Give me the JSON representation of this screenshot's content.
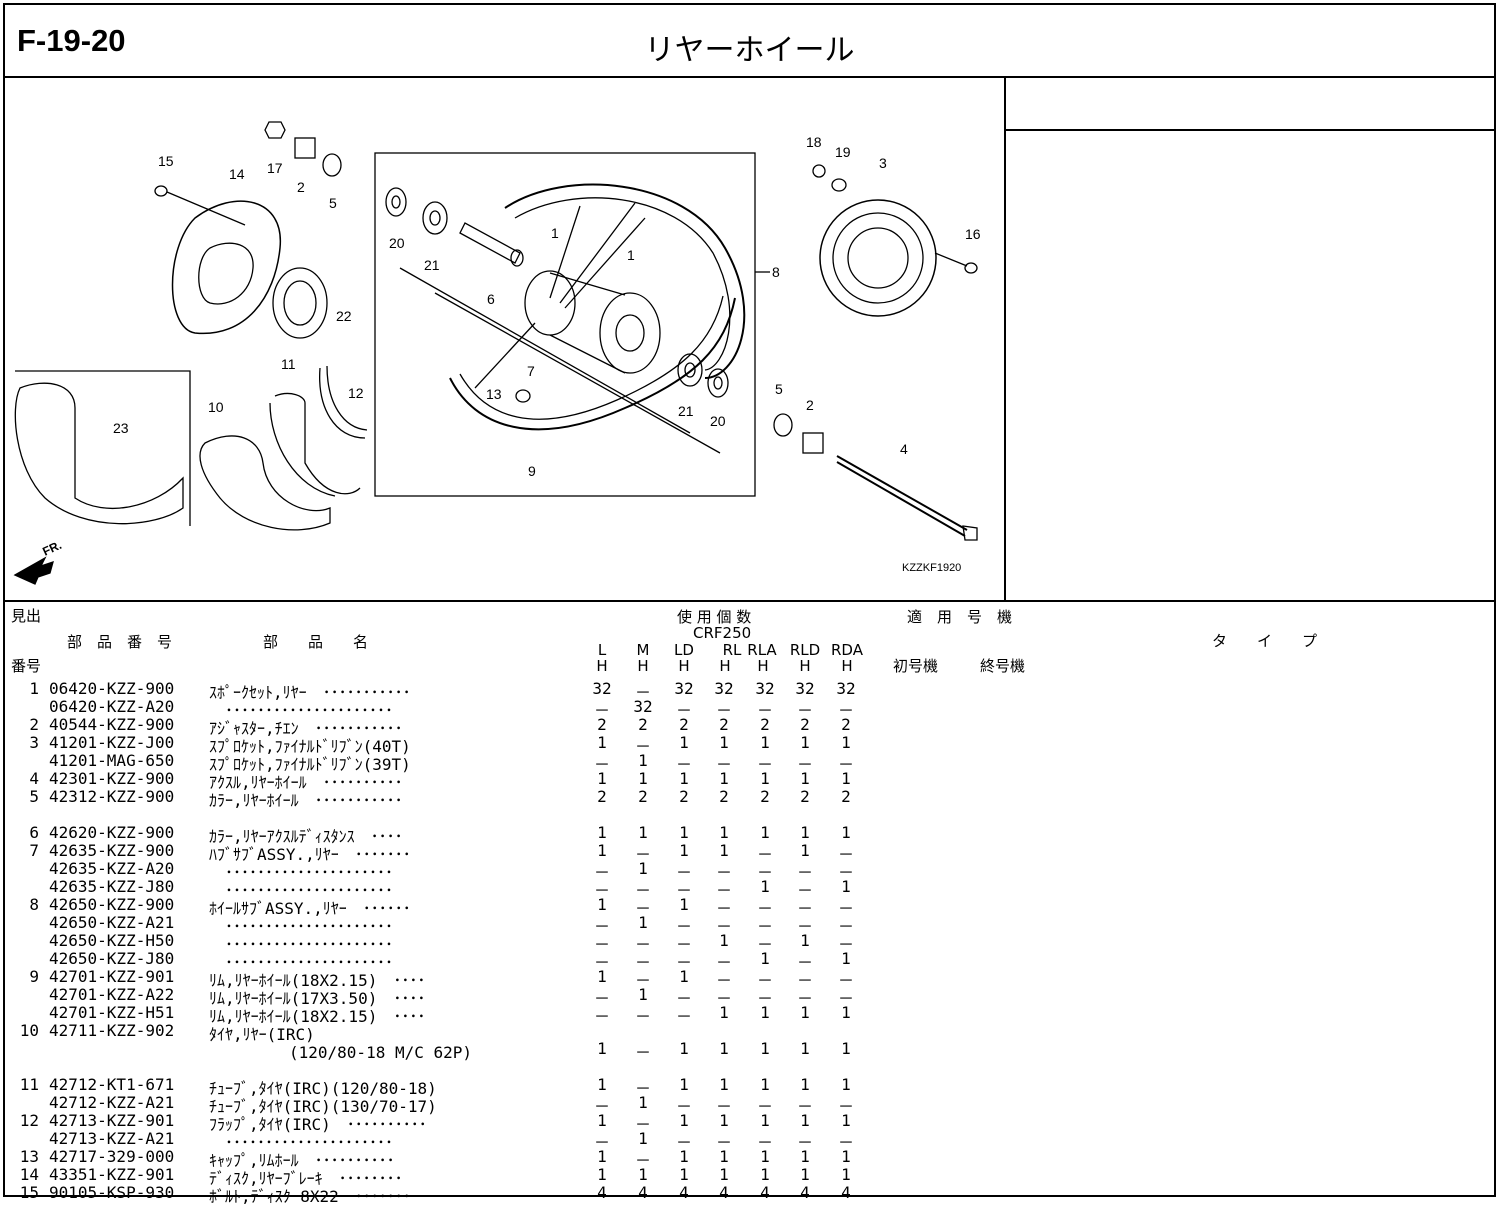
{
  "header": {
    "code": "F-19-20",
    "title": "リヤーホイール"
  },
  "diagram": {
    "code": "KZZKF1920",
    "front_label": "FR.",
    "callouts": [
      "1",
      "1",
      "2",
      "2",
      "3",
      "4",
      "5",
      "5",
      "6",
      "7",
      "8",
      "9",
      "10",
      "11",
      "12",
      "13",
      "14",
      "15",
      "16",
      "17",
      "18",
      "19",
      "20",
      "20",
      "21",
      "21",
      "22",
      "23"
    ]
  },
  "table": {
    "headers": {
      "midashi": "見出",
      "bango": "番号",
      "part_no": "部　品　番　号",
      "part_name": "部　　品　　名",
      "usage": "使 用 個 数",
      "model": "CRF250",
      "variants": [
        {
          "top": "L",
          "bottom": "H"
        },
        {
          "top": "M",
          "bottom": "H"
        },
        {
          "top": "LD",
          "bottom": "H"
        },
        {
          "top": "RL",
          "bottom": "H"
        },
        {
          "top": "RLA",
          "bottom": "H"
        },
        {
          "top": "RLD",
          "bottom": "H"
        },
        {
          "top": "RDA",
          "bottom": "H"
        }
      ],
      "applicable": "適　用　号　機",
      "first": "初号機",
      "last": "終号機",
      "type": "タ　　イ　　プ"
    },
    "rows": [
      {
        "ref": "1",
        "part": "06420-KZZ-900",
        "name": "ｽﾎﾟｰｸｾｯﾄ,ﾘﾔｰ　･･･････････",
        "q": [
          "32",
          "－",
          "32",
          "32",
          "32",
          "32",
          "32"
        ]
      },
      {
        "ref": "",
        "part": "06420-KZZ-A20",
        "name": "　･････････････････････",
        "q": [
          "－",
          "32",
          "－",
          "－",
          "－",
          "－",
          "－"
        ]
      },
      {
        "ref": "2",
        "part": "40544-KZZ-900",
        "name": "ｱｼﾞｬｽﾀｰ,ﾁｴﾝ　･･･････････",
        "q": [
          "2",
          "2",
          "2",
          "2",
          "2",
          "2",
          "2"
        ]
      },
      {
        "ref": "3",
        "part": "41201-KZZ-J00",
        "name": "ｽﾌﾟﾛｹｯﾄ,ﾌｧｲﾅﾙﾄﾞﾘﾌﾞﾝ(40T)",
        "q": [
          "1",
          "－",
          "1",
          "1",
          "1",
          "1",
          "1"
        ]
      },
      {
        "ref": "",
        "part": "41201-MAG-650",
        "name": "ｽﾌﾟﾛｹｯﾄ,ﾌｧｲﾅﾙﾄﾞﾘﾌﾞﾝ(39T)",
        "q": [
          "－",
          "1",
          "－",
          "－",
          "－",
          "－",
          "－"
        ]
      },
      {
        "ref": "4",
        "part": "42301-KZZ-900",
        "name": "ｱｸｽﾙ,ﾘﾔｰﾎｲｰﾙ　･･････････",
        "q": [
          "1",
          "1",
          "1",
          "1",
          "1",
          "1",
          "1"
        ]
      },
      {
        "ref": "5",
        "part": "42312-KZZ-900",
        "name": "ｶﾗｰ,ﾘﾔｰﾎｲｰﾙ　･･･････････",
        "q": [
          "2",
          "2",
          "2",
          "2",
          "2",
          "2",
          "2"
        ]
      },
      {
        "ref": "6",
        "part": "42620-KZZ-900",
        "name": "ｶﾗｰ,ﾘﾔｰｱｸｽﾙﾃﾞｨｽﾀﾝｽ　････",
        "q": [
          "1",
          "1",
          "1",
          "1",
          "1",
          "1",
          "1"
        ]
      },
      {
        "ref": "7",
        "part": "42635-KZZ-900",
        "name": "ﾊﾌﾞｻﾌﾞASSY.,ﾘﾔｰ　･･･････",
        "q": [
          "1",
          "－",
          "1",
          "1",
          "－",
          "1",
          "－"
        ]
      },
      {
        "ref": "",
        "part": "42635-KZZ-A20",
        "name": "　･････････････････････",
        "q": [
          "－",
          "1",
          "－",
          "－",
          "－",
          "－",
          "－"
        ]
      },
      {
        "ref": "",
        "part": "42635-KZZ-J80",
        "name": "　･････････････････････",
        "q": [
          "－",
          "－",
          "－",
          "－",
          "1",
          "－",
          "1"
        ]
      },
      {
        "ref": "8",
        "part": "42650-KZZ-900",
        "name": "ﾎｲｰﾙｻﾌﾞASSY.,ﾘﾔｰ　･･････",
        "q": [
          "1",
          "－",
          "1",
          "－",
          "－",
          "－",
          "－"
        ]
      },
      {
        "ref": "",
        "part": "42650-KZZ-A21",
        "name": "　･････････････････････",
        "q": [
          "－",
          "1",
          "－",
          "－",
          "－",
          "－",
          "－"
        ]
      },
      {
        "ref": "",
        "part": "42650-KZZ-H50",
        "name": "　･････････････････････",
        "q": [
          "－",
          "－",
          "－",
          "1",
          "－",
          "1",
          "－"
        ]
      },
      {
        "ref": "",
        "part": "42650-KZZ-J80",
        "name": "　･････････････････････",
        "q": [
          "－",
          "－",
          "－",
          "－",
          "1",
          "－",
          "1"
        ]
      },
      {
        "ref": "9",
        "part": "42701-KZZ-901",
        "name": "ﾘﾑ,ﾘﾔｰﾎｲｰﾙ(18X2.15)　････",
        "q": [
          "1",
          "－",
          "1",
          "－",
          "－",
          "－",
          "－"
        ]
      },
      {
        "ref": "",
        "part": "42701-KZZ-A22",
        "name": "ﾘﾑ,ﾘﾔｰﾎｲｰﾙ(17X3.50)　････",
        "q": [
          "－",
          "1",
          "－",
          "－",
          "－",
          "－",
          "－"
        ]
      },
      {
        "ref": "",
        "part": "42701-KZZ-H51",
        "name": "ﾘﾑ,ﾘﾔｰﾎｲｰﾙ(18X2.15)　････",
        "q": [
          "－",
          "－",
          "－",
          "1",
          "1",
          "1",
          "1"
        ]
      },
      {
        "ref": "10",
        "part": "42711-KZZ-902",
        "name": "ﾀｲﾔ,ﾘﾔｰ(IRC)",
        "q": [
          "",
          "",
          "",
          "",
          "",
          "",
          ""
        ]
      },
      {
        "ref": "",
        "part": "",
        "name": "　　　　　(120/80-18 M/C 62P)",
        "q": [
          "1",
          "－",
          "1",
          "1",
          "1",
          "1",
          "1"
        ]
      },
      {
        "ref": "11",
        "part": "42712-KT1-671",
        "name": "ﾁｭｰﾌﾞ,ﾀｲﾔ(IRC)(120/80-18)",
        "q": [
          "1",
          "－",
          "1",
          "1",
          "1",
          "1",
          "1"
        ]
      },
      {
        "ref": "",
        "part": "42712-KZZ-A21",
        "name": "ﾁｭｰﾌﾞ,ﾀｲﾔ(IRC)(130/70-17)",
        "q": [
          "－",
          "1",
          "－",
          "－",
          "－",
          "－",
          "－"
        ]
      },
      {
        "ref": "12",
        "part": "42713-KZZ-901",
        "name": "ﾌﾗｯﾌﾟ,ﾀｲﾔ(IRC)　･･････････",
        "q": [
          "1",
          "－",
          "1",
          "1",
          "1",
          "1",
          "1"
        ]
      },
      {
        "ref": "",
        "part": "42713-KZZ-A21",
        "name": "　･････････････････････",
        "q": [
          "－",
          "1",
          "－",
          "－",
          "－",
          "－",
          "－"
        ]
      },
      {
        "ref": "13",
        "part": "42717-329-000",
        "name": "ｷｬｯﾌﾟ,ﾘﾑﾎｰﾙ　･･････････",
        "q": [
          "1",
          "－",
          "1",
          "1",
          "1",
          "1",
          "1"
        ]
      },
      {
        "ref": "14",
        "part": "43351-KZZ-901",
        "name": "ﾃﾞｨｽｸ,ﾘﾔｰﾌﾞﾚｰｷ　････････",
        "q": [
          "1",
          "1",
          "1",
          "1",
          "1",
          "1",
          "1"
        ]
      },
      {
        "ref": "15",
        "part": "90105-KSP-930",
        "name": "ﾎﾞﾙﾄ,ﾃﾞｨｽｸ 8X22　･･･････",
        "q": [
          "4",
          "4",
          "4",
          "4",
          "4",
          "4",
          "4"
        ]
      }
    ]
  }
}
